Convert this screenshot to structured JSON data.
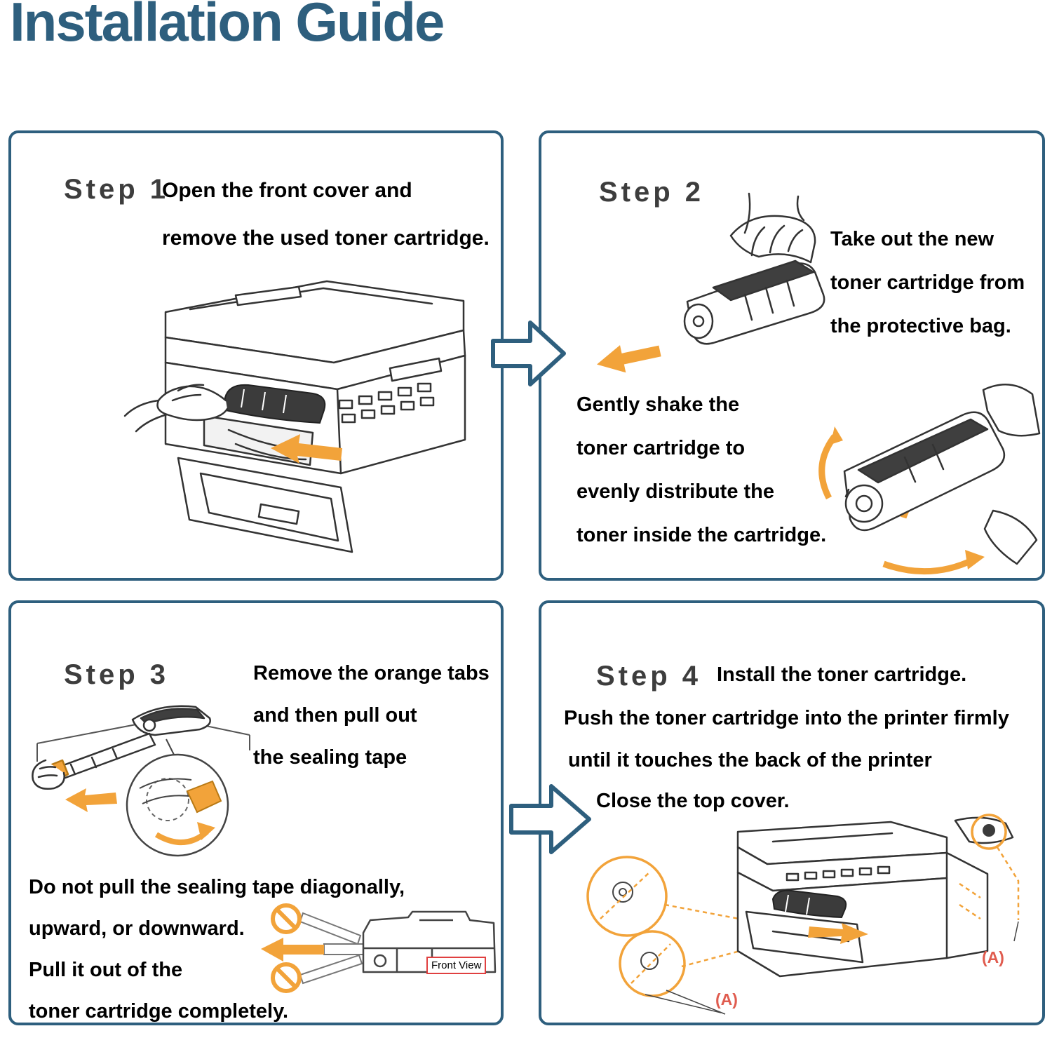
{
  "page": {
    "title": "Installation Guide"
  },
  "colors": {
    "accent_blue": "#2e5f7e",
    "arrow_orange": "#f2a33a",
    "label_red": "#e05c4f",
    "line_dark": "#333333"
  },
  "icons": {
    "flow_arrow": "block-arrow-right-icon",
    "no_symbol": "prohibition-icon",
    "direction_arrow": "orange-direction-arrow-icon",
    "rotate_arrow": "orange-curved-rotate-arrow-icon",
    "magnifier_circle": "zoom-detail-circle-icon"
  },
  "steps": [
    {
      "label": "Step 1",
      "instruction_lines": [
        "Open the front cover and",
        "remove the used toner cartridge."
      ]
    },
    {
      "label": "Step 2",
      "right_lines": [
        "Take out the new",
        "toner cartridge from",
        "the protective bag."
      ],
      "left_lines": [
        "Gently shake the",
        "toner cartridge to",
        "evenly distribute the",
        "toner inside the cartridge."
      ]
    },
    {
      "label": "Step 3",
      "right_lines": [
        "Remove the orange tabs",
        "and then pull out",
        "the sealing tape"
      ],
      "bottom_lines": [
        "Do not pull the sealing tape diagonally,",
        "upward, or downward.",
        "Pull it out of the",
        "toner cartridge completely."
      ],
      "front_view_label": "Front View"
    },
    {
      "label": "Step 4",
      "headline": "Install the toner cartridge.",
      "body_lines": [
        "Push the toner cartridge into the printer firmly",
        "until it touches the back of the printer",
        "Close the top cover."
      ],
      "a_label": "(A)"
    }
  ]
}
